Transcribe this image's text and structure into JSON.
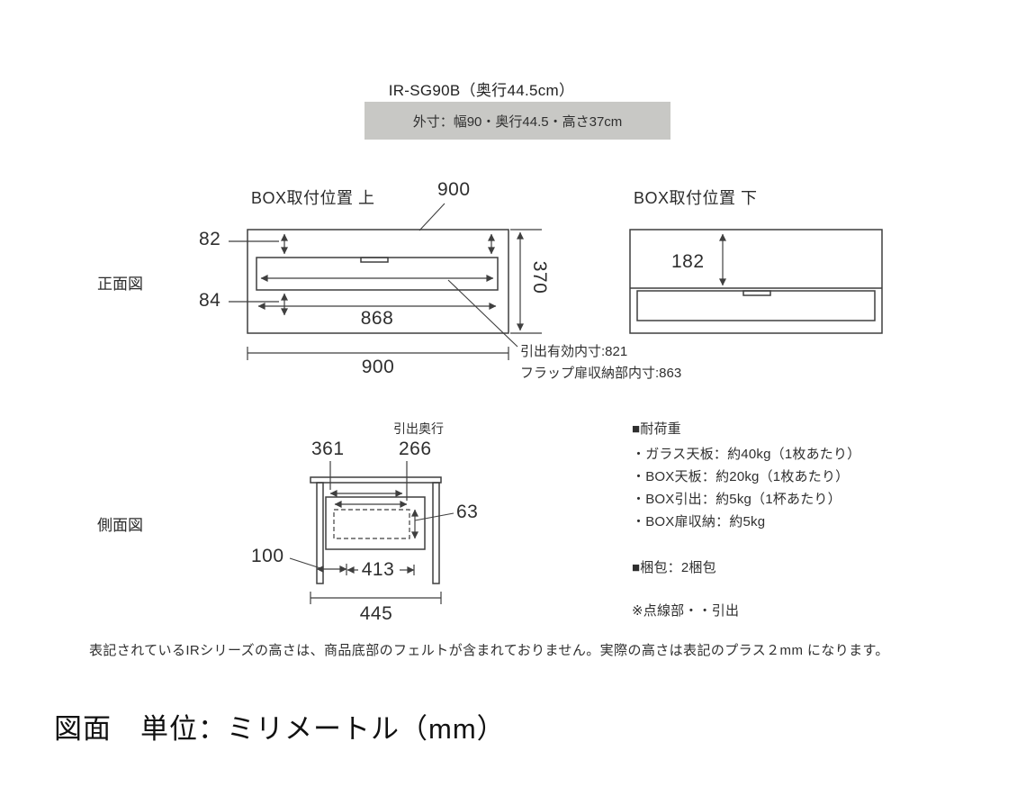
{
  "header": {
    "title": "IR-SG90B（奥行44.5cm）",
    "outer_size": "外寸：幅90・奥行44.5・高さ37cm"
  },
  "views": {
    "front_label": "正面図",
    "side_label": "側面図"
  },
  "front": {
    "upper_title": "BOX取付位置 上",
    "lower_title": "BOX取付位置 下",
    "dim_top_width": "900",
    "dim_top_gap": "82",
    "dim_bottom_gap": "84",
    "dim_inner_width": "868",
    "dim_height": "370",
    "dim_total_width": "900",
    "dim_lower_gap": "182",
    "note_drawer_inner": "引出有効内寸:821",
    "note_flap_inner": "フラップ扉収納部内寸:863"
  },
  "side": {
    "drawer_depth_caption": "引出奥行",
    "dim_box_depth": "361",
    "dim_drawer_depth": "266",
    "dim_drawer_height": "63",
    "dim_leg_depth": "100",
    "dim_inner_depth": "413",
    "dim_total_depth": "445"
  },
  "specs": {
    "load_title": "■耐荷重",
    "load_items": [
      "・ガラス天板：約40kg（1枚あたり）",
      "・BOX天板：約20kg（1枚あたり）",
      "・BOX引出：約5kg（1杯あたり）",
      "・BOX扉収納：約5kg"
    ],
    "packing": "■梱包：2梱包",
    "dotted_note": "※点線部・・引出"
  },
  "footer": {
    "felt_note": "表記されているIRシリーズの高さは、商品底部のフェルトが含まれておりません。実際の高さは表記のプラス２mm になります。",
    "unit_note": "図面　単位：ミリメートル（mm）"
  },
  "colors": {
    "line": "#3f3f3f",
    "header_box_bg": "#c8c8c5"
  }
}
